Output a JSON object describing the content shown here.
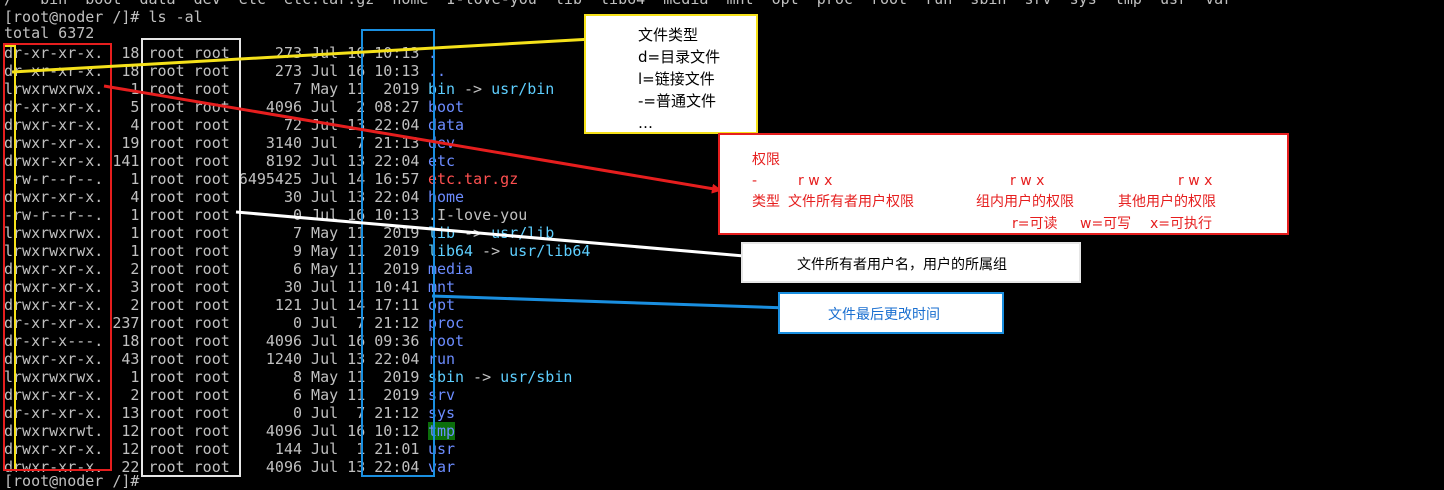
{
  "terminal": {
    "top_cut": "/   bin  boot  data  dev  etc  etc.tar.gz  home  I-love-you  lib  lib64  media  mnt  opt  proc  root  run  sbin  srv  sys  tmp  usr  var",
    "prompt": "[root@noder /]# ls -al",
    "total": "total 6372",
    "rows": [
      {
        "perm": "dr-xr-xr-x.",
        "links": "18",
        "owner": "root",
        "group": "root",
        "size": "273",
        "mon": "Jul",
        "day": "16",
        "time": "10:13",
        "name": ".",
        "kind": "dir",
        "target": ""
      },
      {
        "perm": "dr-xr-xr-x.",
        "links": "18",
        "owner": "root",
        "group": "root",
        "size": "273",
        "mon": "Jul",
        "day": "16",
        "time": "10:13",
        "name": "..",
        "kind": "dir",
        "target": ""
      },
      {
        "perm": "lrwxrwxrwx.",
        "links": "1",
        "owner": "root",
        "group": "root",
        "size": "7",
        "mon": "May",
        "day": "11",
        "time": "2019",
        "name": "bin",
        "kind": "link",
        "target": " -> usr/bin"
      },
      {
        "perm": "dr-xr-xr-x.",
        "links": "5",
        "owner": "root",
        "group": "root",
        "size": "4096",
        "mon": "Jul",
        "day": "2",
        "time": "08:27",
        "name": "boot",
        "kind": "dir",
        "target": ""
      },
      {
        "perm": "drwxr-xr-x.",
        "links": "4",
        "owner": "root",
        "group": "root",
        "size": "72",
        "mon": "Jul",
        "day": "13",
        "time": "22:04",
        "name": "data",
        "kind": "dir",
        "target": ""
      },
      {
        "perm": "drwxr-xr-x.",
        "links": "19",
        "owner": "root",
        "group": "root",
        "size": "3140",
        "mon": "Jul",
        "day": "7",
        "time": "21:13",
        "name": "dev",
        "kind": "dir",
        "target": ""
      },
      {
        "perm": "drwxr-xr-x.",
        "links": "141",
        "owner": "root",
        "group": "root",
        "size": "8192",
        "mon": "Jul",
        "day": "13",
        "time": "22:04",
        "name": "etc",
        "kind": "dir",
        "target": ""
      },
      {
        "perm": "-rw-r--r--.",
        "links": "1",
        "owner": "root",
        "group": "root",
        "size": "6495425",
        "mon": "Jul",
        "day": "14",
        "time": "16:57",
        "name": "etc.tar.gz",
        "kind": "archive",
        "target": ""
      },
      {
        "perm": "drwxr-xr-x.",
        "links": "4",
        "owner": "root",
        "group": "root",
        "size": "30",
        "mon": "Jul",
        "day": "13",
        "time": "22:04",
        "name": "home",
        "kind": "dir",
        "target": ""
      },
      {
        "perm": "-rw-r--r--.",
        "links": "1",
        "owner": "root",
        "group": "root",
        "size": "0",
        "mon": "Jul",
        "day": "16",
        "time": "10:13",
        "name": ".I-love-you",
        "kind": "file",
        "target": ""
      },
      {
        "perm": "lrwxrwxrwx.",
        "links": "1",
        "owner": "root",
        "group": "root",
        "size": "7",
        "mon": "May",
        "day": "11",
        "time": "2019",
        "name": "lib",
        "kind": "link",
        "target": " -> usr/lib"
      },
      {
        "perm": "lrwxrwxrwx.",
        "links": "1",
        "owner": "root",
        "group": "root",
        "size": "9",
        "mon": "May",
        "day": "11",
        "time": "2019",
        "name": "lib64",
        "kind": "link",
        "target": " -> usr/lib64"
      },
      {
        "perm": "drwxr-xr-x.",
        "links": "2",
        "owner": "root",
        "group": "root",
        "size": "6",
        "mon": "May",
        "day": "11",
        "time": "2019",
        "name": "media",
        "kind": "dir",
        "target": ""
      },
      {
        "perm": "drwxr-xr-x.",
        "links": "3",
        "owner": "root",
        "group": "root",
        "size": "30",
        "mon": "Jul",
        "day": "11",
        "time": "10:41",
        "name": "mnt",
        "kind": "dir",
        "target": ""
      },
      {
        "perm": "drwxr-xr-x.",
        "links": "2",
        "owner": "root",
        "group": "root",
        "size": "121",
        "mon": "Jul",
        "day": "14",
        "time": "17:11",
        "name": "opt",
        "kind": "dir",
        "target": ""
      },
      {
        "perm": "dr-xr-xr-x.",
        "links": "237",
        "owner": "root",
        "group": "root",
        "size": "0",
        "mon": "Jul",
        "day": "7",
        "time": "21:12",
        "name": "proc",
        "kind": "dir",
        "target": ""
      },
      {
        "perm": "dr-xr-x---.",
        "links": "18",
        "owner": "root",
        "group": "root",
        "size": "4096",
        "mon": "Jul",
        "day": "16",
        "time": "09:36",
        "name": "root",
        "kind": "dir",
        "target": ""
      },
      {
        "perm": "drwxr-xr-x.",
        "links": "43",
        "owner": "root",
        "group": "root",
        "size": "1240",
        "mon": "Jul",
        "day": "13",
        "time": "22:04",
        "name": "run",
        "kind": "dir",
        "target": ""
      },
      {
        "perm": "lrwxrwxrwx.",
        "links": "1",
        "owner": "root",
        "group": "root",
        "size": "8",
        "mon": "May",
        "day": "11",
        "time": "2019",
        "name": "sbin",
        "kind": "link",
        "target": " -> usr/sbin"
      },
      {
        "perm": "drwxr-xr-x.",
        "links": "2",
        "owner": "root",
        "group": "root",
        "size": "6",
        "mon": "May",
        "day": "11",
        "time": "2019",
        "name": "srv",
        "kind": "dir",
        "target": ""
      },
      {
        "perm": "dr-xr-xr-x.",
        "links": "13",
        "owner": "root",
        "group": "root",
        "size": "0",
        "mon": "Jul",
        "day": "7",
        "time": "21:12",
        "name": "sys",
        "kind": "dir",
        "target": ""
      },
      {
        "perm": "drwxrwxrwt.",
        "links": "12",
        "owner": "root",
        "group": "root",
        "size": "4096",
        "mon": "Jul",
        "day": "16",
        "time": "10:12",
        "name": "tmp",
        "kind": "tmp",
        "target": ""
      },
      {
        "perm": "drwxr-xr-x.",
        "links": "12",
        "owner": "root",
        "group": "root",
        "size": "144",
        "mon": "Jul",
        "day": "1",
        "time": "21:01",
        "name": "usr",
        "kind": "dir",
        "target": ""
      },
      {
        "perm": "drwxr-xr-x.",
        "links": "22",
        "owner": "root",
        "group": "root",
        "size": "4096",
        "mon": "Jul",
        "day": "13",
        "time": "22:04",
        "name": "var",
        "kind": "dir",
        "target": ""
      }
    ],
    "bottom_cut": "[root@noder /]# "
  },
  "annotations": {
    "file_type": {
      "title": "文件类型",
      "lines": [
        "d=目录文件",
        "l=链接文件",
        "-=普通文件",
        "…"
      ]
    },
    "permissions": {
      "title": "权限",
      "dash": "-",
      "rwx": "r w x",
      "type_label": "类型",
      "owner_label": "文件所有者用户权限",
      "group_label": "组内用户的权限",
      "other_label": "其他用户的权限",
      "r_label": "r=可读",
      "w_label": "w=可写",
      "x_label": "x=可执行"
    },
    "owner_group": {
      "text": "文件所有者用户名，用户的所属组"
    },
    "mtime": {
      "text": "文件最后更改时间"
    }
  },
  "colors": {
    "yellow": "#f5e11a",
    "red": "#e61e1e",
    "white": "#e6e6e6",
    "blue": "#1a8fe0",
    "dir": "#6c8cff",
    "link": "#5ecfff",
    "archive": "#ff5050",
    "tmp_bg": "#0b6e0b"
  }
}
